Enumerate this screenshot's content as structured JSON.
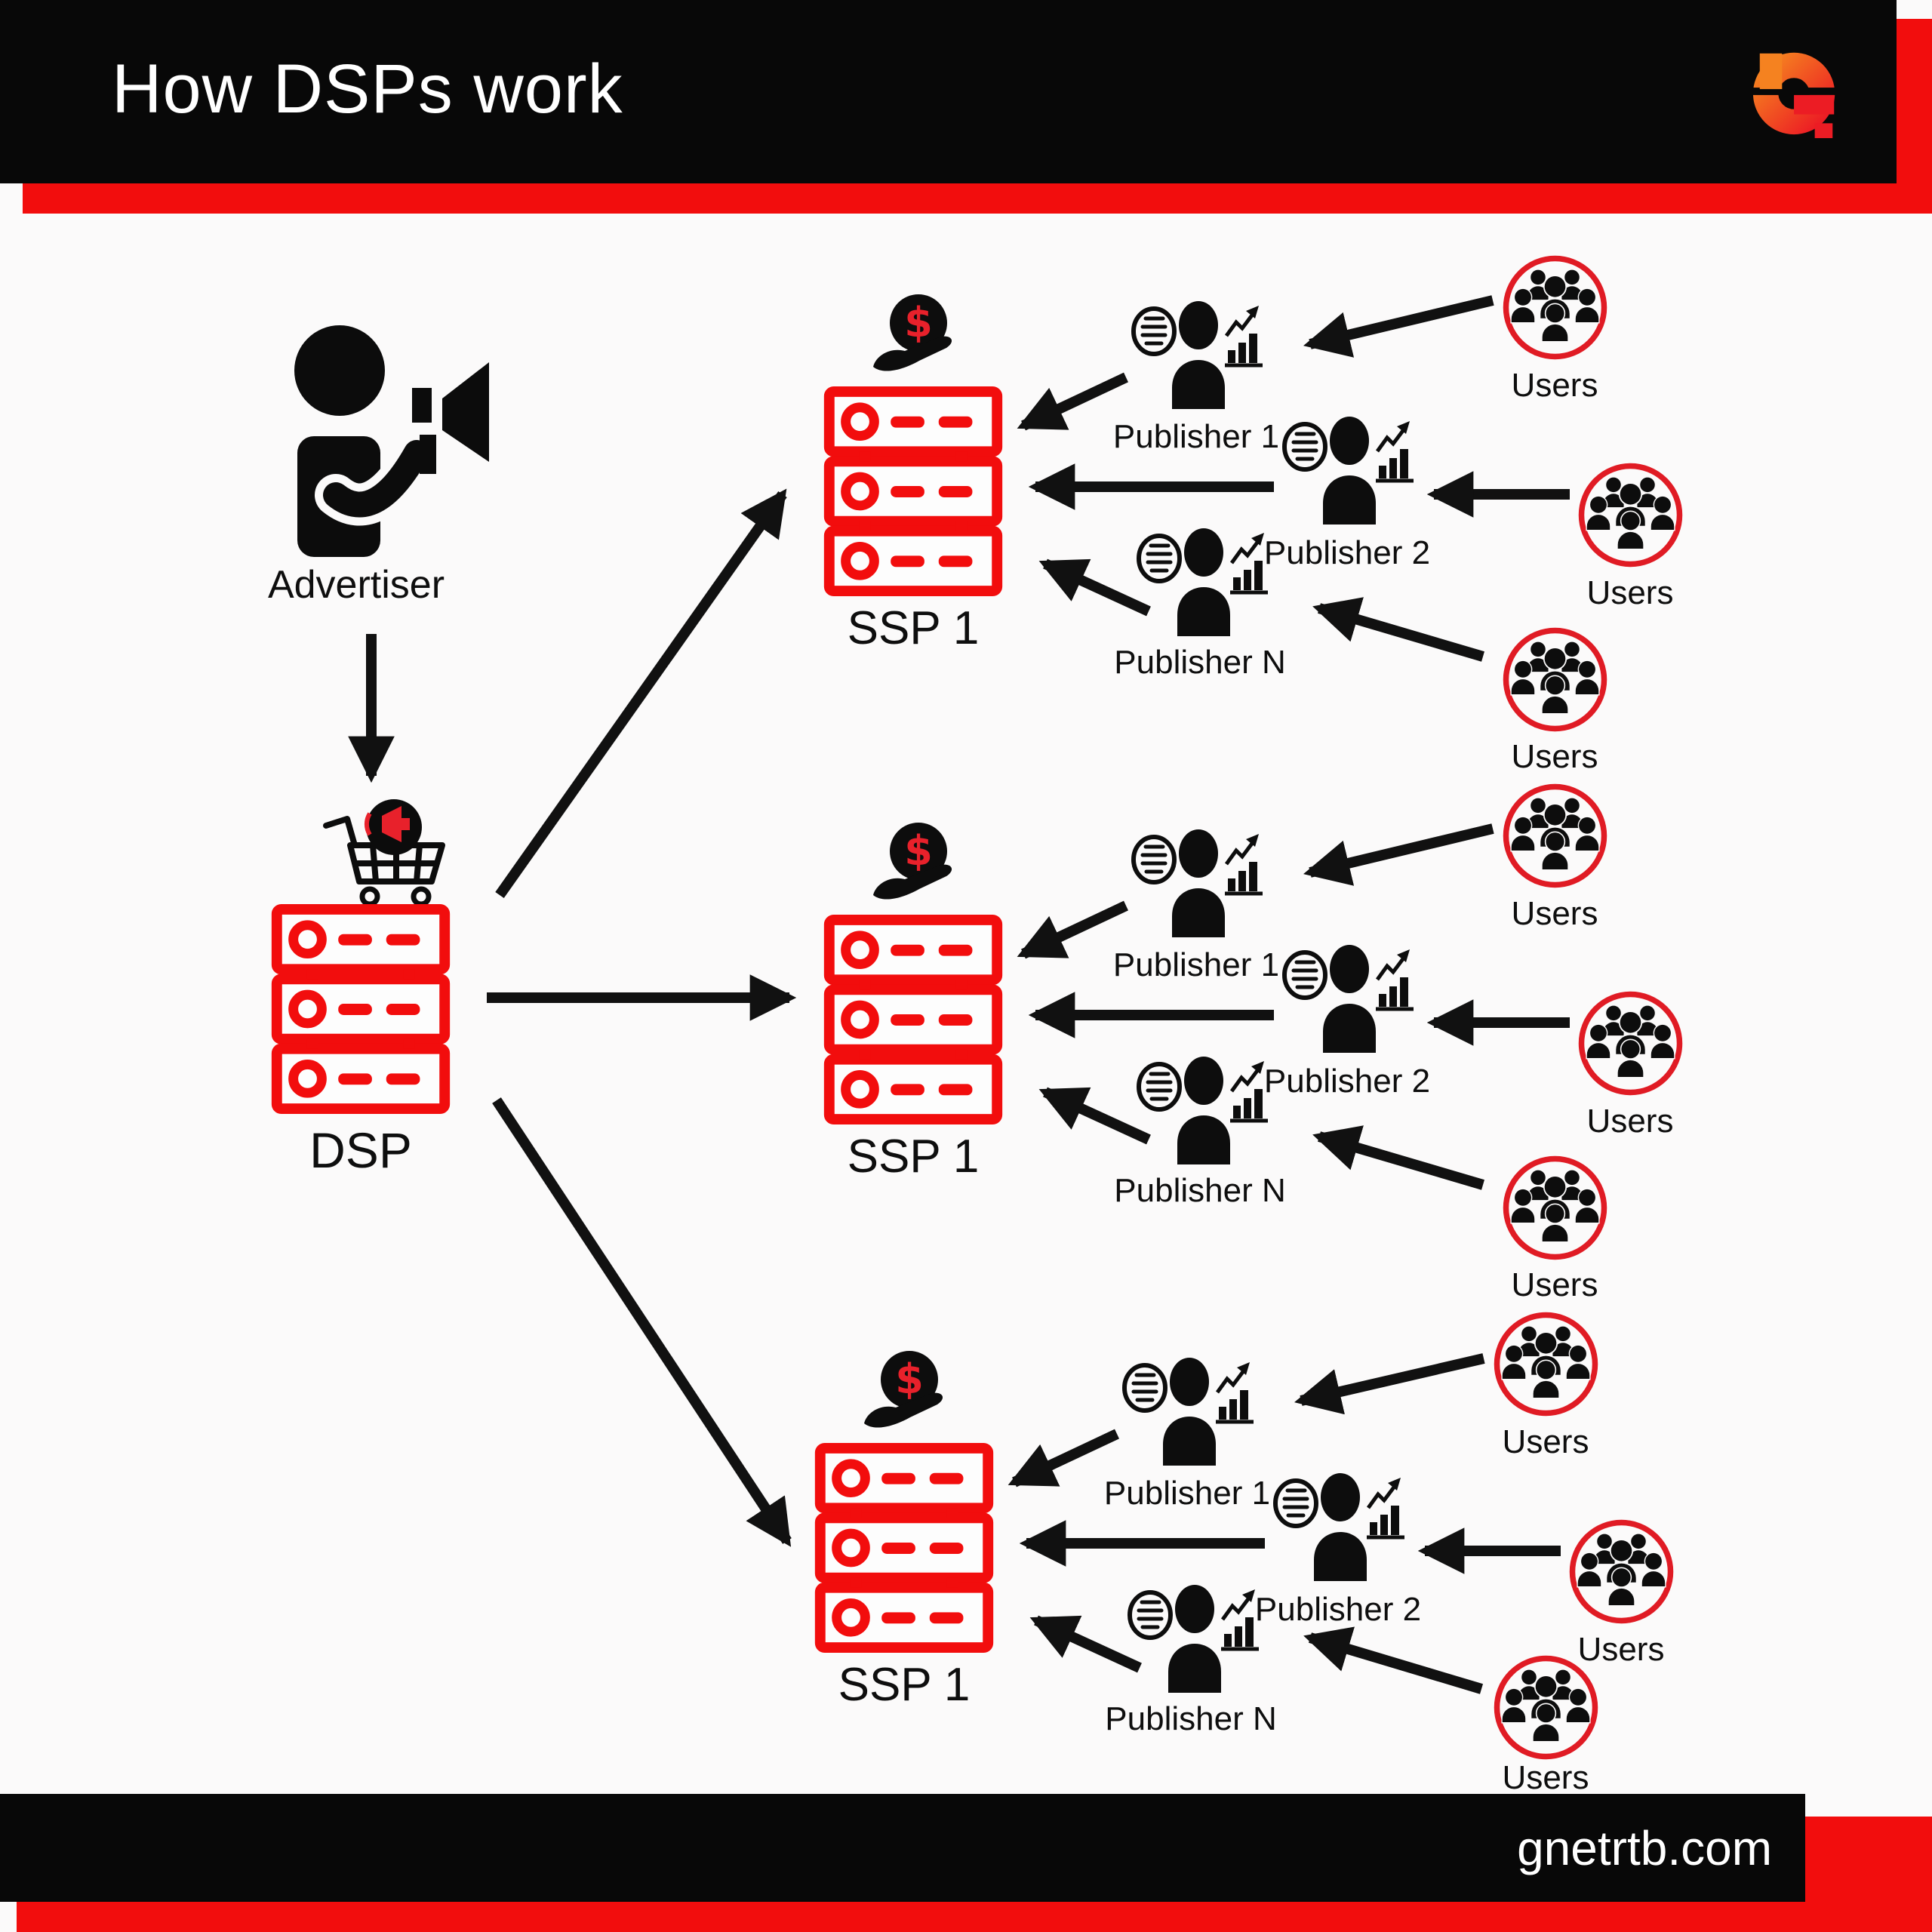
{
  "header": {
    "title": "How DSPs work"
  },
  "advertiser": {
    "label": "Advertiser"
  },
  "dsp": {
    "label": "DSP"
  },
  "money": {
    "symbol": "$"
  },
  "groups": [
    {
      "ssp_label": "SSP 1",
      "publishers": [
        {
          "label": "Publisher 1"
        },
        {
          "label": "Publisher 2"
        },
        {
          "label": "Publisher N"
        }
      ],
      "users": [
        {
          "label": "Users"
        },
        {
          "label": "Users"
        },
        {
          "label": "Users"
        }
      ]
    },
    {
      "ssp_label": "SSP 1",
      "publishers": [
        {
          "label": "Publisher 1"
        },
        {
          "label": "Publisher 2"
        },
        {
          "label": "Publisher N"
        }
      ],
      "users": [
        {
          "label": "Users"
        },
        {
          "label": "Users"
        },
        {
          "label": "Users"
        }
      ]
    },
    {
      "ssp_label": "SSP 1",
      "publishers": [
        {
          "label": "Publisher 1"
        },
        {
          "label": "Publisher 2"
        },
        {
          "label": "Publisher N"
        }
      ],
      "users": [
        {
          "label": "Users"
        },
        {
          "label": "Users"
        },
        {
          "label": "Users"
        }
      ]
    }
  ],
  "footer": {
    "domain": "gnetrtb.com"
  },
  "icons": {
    "logo": "g-mark-logo",
    "advertiser": "person-with-megaphone-icon",
    "dsp_topper": "shopping-cart-megaphone-icon",
    "ssp_topper": "money-hand-icon",
    "publisher": "article-person-chart-icon",
    "users": "people-group-icon",
    "connector": "flow-arrow"
  },
  "colors": {
    "header_black": "#080808",
    "stripe_red": "#f20d0d",
    "server_red": "#f20d0d",
    "users_ring_red": "#e01b24",
    "crimson_accent": "#e8212b",
    "logo_orange": "#f58220",
    "logo_red": "#ec1c24",
    "ink": "#0d0d0d",
    "paper": "#fbfafa",
    "text_white": "#ffffff"
  }
}
